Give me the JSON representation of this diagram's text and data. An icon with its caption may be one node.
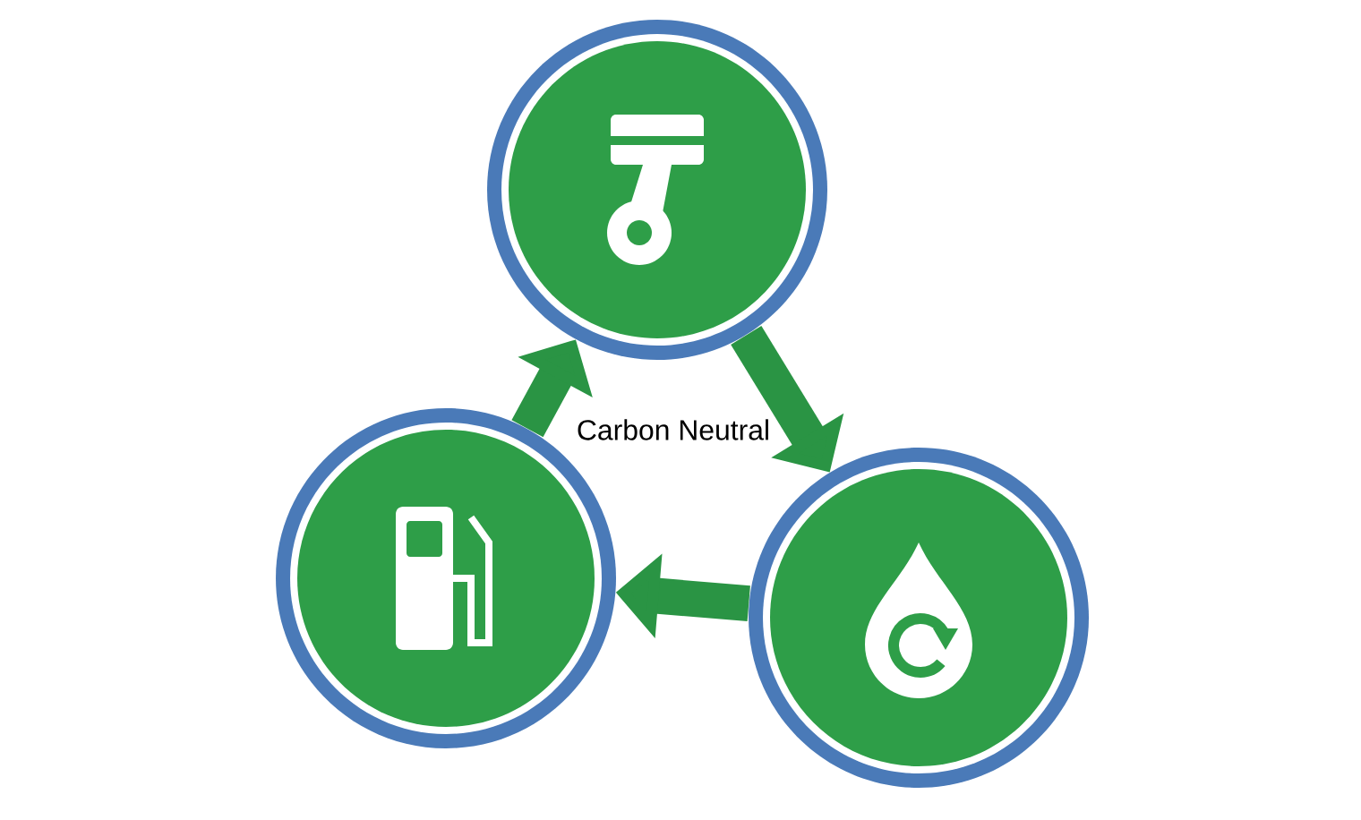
{
  "diagram": {
    "nodes": [
      {
        "text": [],
        "shape": "circle"
      },
      {
        "text": [],
        "shape": "circle"
      },
      {
        "text": [],
        "shape": "circle"
      }
    ],
    "edges": [
      {
        "from": 0,
        "to": 1,
        "arrow": "to"
      },
      {
        "from": 1,
        "to": 2,
        "arrow": "to"
      },
      {
        "from": 2,
        "to": 0,
        "arrow": "to"
      }
    ],
    "labels": [
      "Carbon Neutral"
    ]
  }
}
